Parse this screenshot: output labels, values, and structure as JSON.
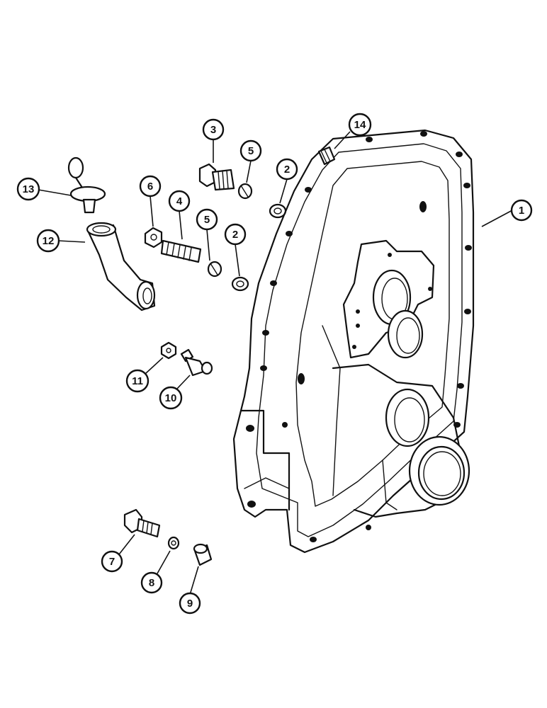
{
  "callouts": [
    {
      "id": "1",
      "label": "1"
    },
    {
      "id": "2a",
      "label": "2"
    },
    {
      "id": "2b",
      "label": "2"
    },
    {
      "id": "3",
      "label": "3"
    },
    {
      "id": "4",
      "label": "4"
    },
    {
      "id": "5a",
      "label": "5"
    },
    {
      "id": "5b",
      "label": "5"
    },
    {
      "id": "6",
      "label": "6"
    },
    {
      "id": "7",
      "label": "7"
    },
    {
      "id": "8",
      "label": "8"
    },
    {
      "id": "9",
      "label": "9"
    },
    {
      "id": "10",
      "label": "10"
    },
    {
      "id": "11",
      "label": "11"
    },
    {
      "id": "12",
      "label": "12"
    },
    {
      "id": "13",
      "label": "13"
    },
    {
      "id": "14",
      "label": "14"
    }
  ],
  "colors": {
    "ink": "#111111",
    "paper": "#ffffff"
  }
}
